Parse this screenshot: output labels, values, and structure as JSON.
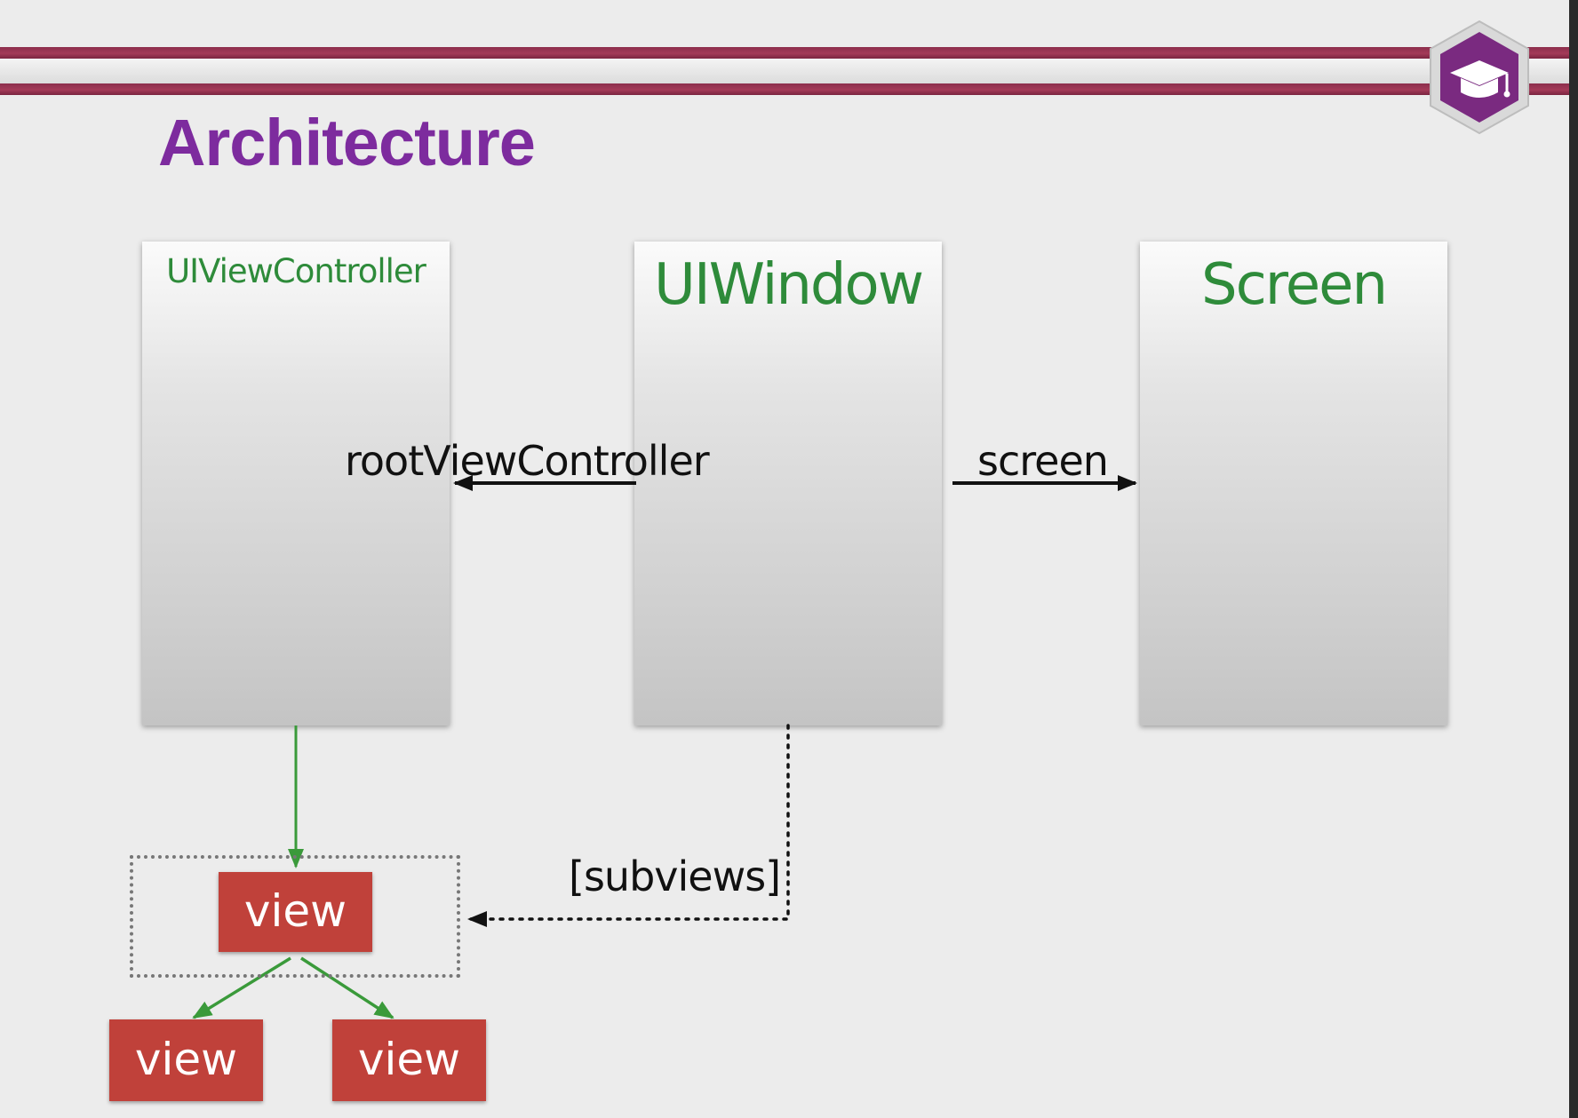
{
  "slide": {
    "title": "Architecture"
  },
  "panels": {
    "view_controller": "UIViewController",
    "window": "UIWindow",
    "screen": "Screen"
  },
  "connections": {
    "root_view_controller_label": "rootViewController",
    "screen_label": "screen",
    "subviews_label": "[subviews]"
  },
  "views": {
    "top": "view",
    "left": "view",
    "right": "view"
  },
  "colors": {
    "title": "#7d2b9e",
    "panel_title": "#2e8b3a",
    "view_box": "#c0413a",
    "green_arrow": "#3a9a3a",
    "stripe": "#a33a58",
    "logo": "#7a2a80"
  },
  "icons": {
    "logo": "graduation-cap-icon"
  }
}
